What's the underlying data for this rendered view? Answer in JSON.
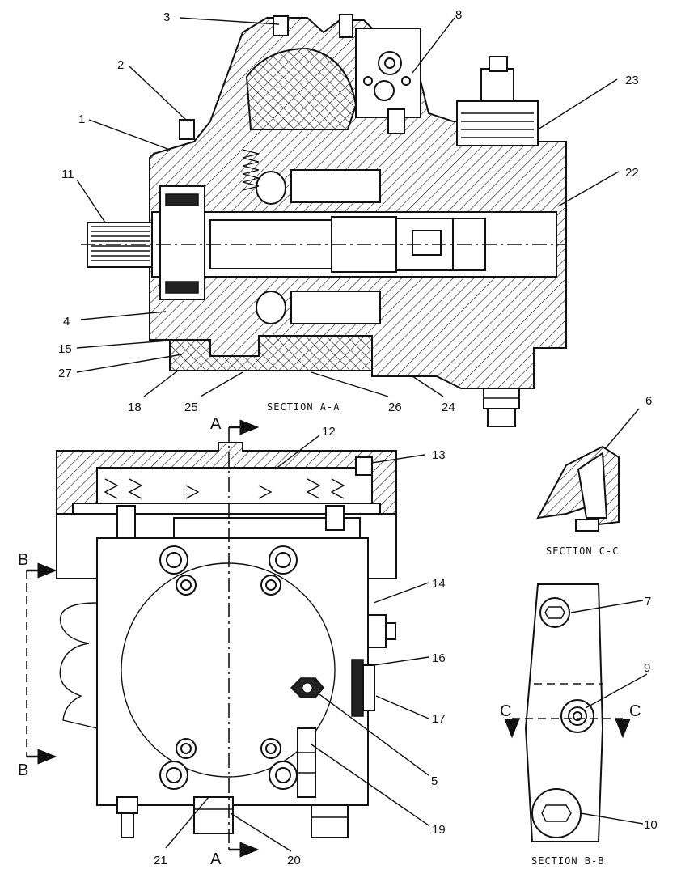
{
  "sections": {
    "a": "SECTION A-A",
    "b": "SECTION B-B",
    "c": "SECTION C-C"
  },
  "cut_letters": {
    "a_top": "A",
    "a_bottom": "A",
    "b_top": "B",
    "b_bottom": "B",
    "c_left": "C",
    "c_right": "C"
  },
  "callouts": [
    "1",
    "2",
    "3",
    "4",
    "5",
    "6",
    "7",
    "8",
    "9",
    "10",
    "11",
    "12",
    "13",
    "14",
    "15",
    "16",
    "17",
    "18",
    "19",
    "20",
    "21",
    "22",
    "23",
    "24",
    "25",
    "26",
    "27"
  ]
}
